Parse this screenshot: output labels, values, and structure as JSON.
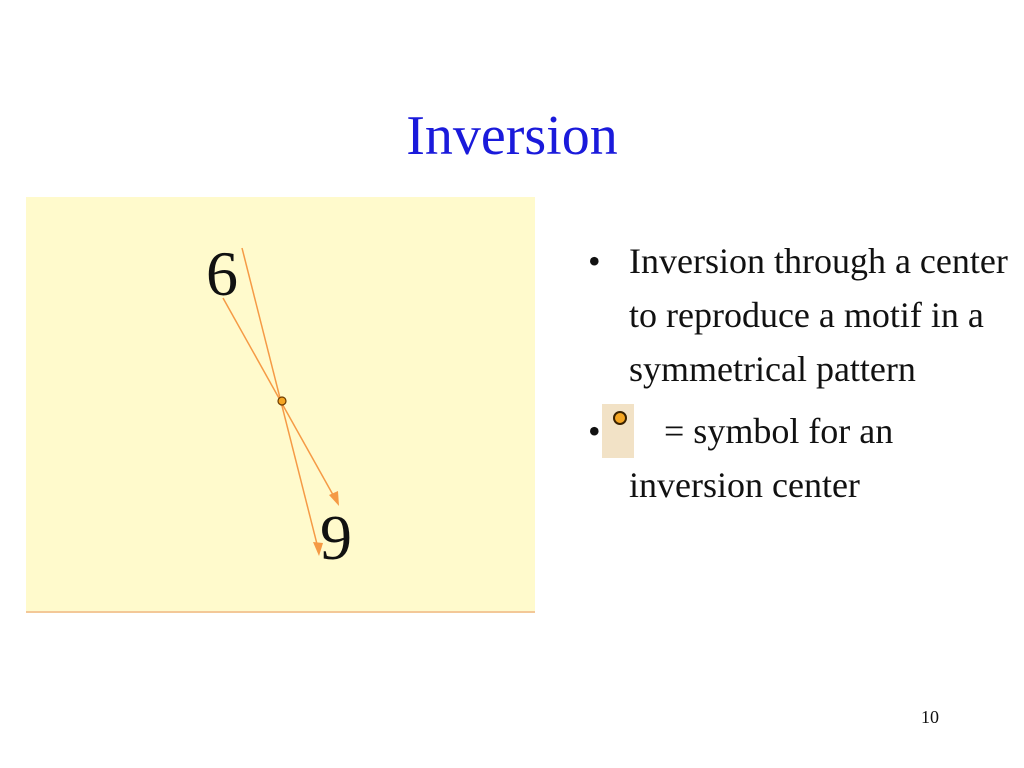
{
  "slide": {
    "title": "Inversion",
    "page_number": "10"
  },
  "figure": {
    "motif_top": "6",
    "motif_bottom": "9",
    "colors": {
      "background": "#fffacc",
      "arrow": "#f59a45",
      "center_fill": "#f5a623",
      "center_outline": "#6b3b00"
    }
  },
  "bullets": {
    "bullet_char": "•",
    "item1": "Inversion through a center to reproduce a motif in a symmetrical pattern",
    "item2_text": "= symbol for an inversion center",
    "item2_icon": "inversion-center-icon"
  }
}
